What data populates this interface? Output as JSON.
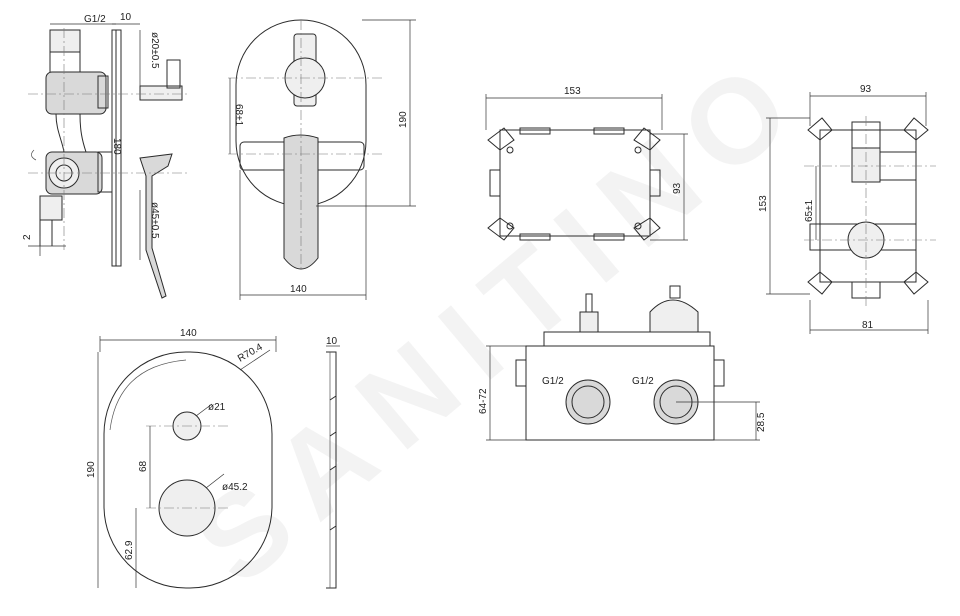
{
  "watermark": "SANITINO",
  "side_view": {
    "thread": "G1/2",
    "plate_thickness": "10",
    "pin_diameter": "ø20±0.5",
    "body_height": "180",
    "cartridge_diameter": "ø45±0.5",
    "bottom_offset": "2"
  },
  "front_view": {
    "height": "190",
    "width": "140",
    "axis_distance": "68±1"
  },
  "cover_plate": {
    "width": "140",
    "radius": "R70.4",
    "height": "190",
    "small_hole": "ø21",
    "large_hole": "ø45.2",
    "axis_distance": "68",
    "bottom_distance": "62.9",
    "thickness": "10"
  },
  "box_front": {
    "width": "153",
    "height": "93"
  },
  "box_side": {
    "width": "93",
    "height": "153",
    "axis_distance": "65±1",
    "depth": "81"
  },
  "box_bottom": {
    "depth_range": "64-72",
    "inlet_left": "G1/2",
    "inlet_right": "G1/2",
    "inlet_height": "28.5"
  }
}
